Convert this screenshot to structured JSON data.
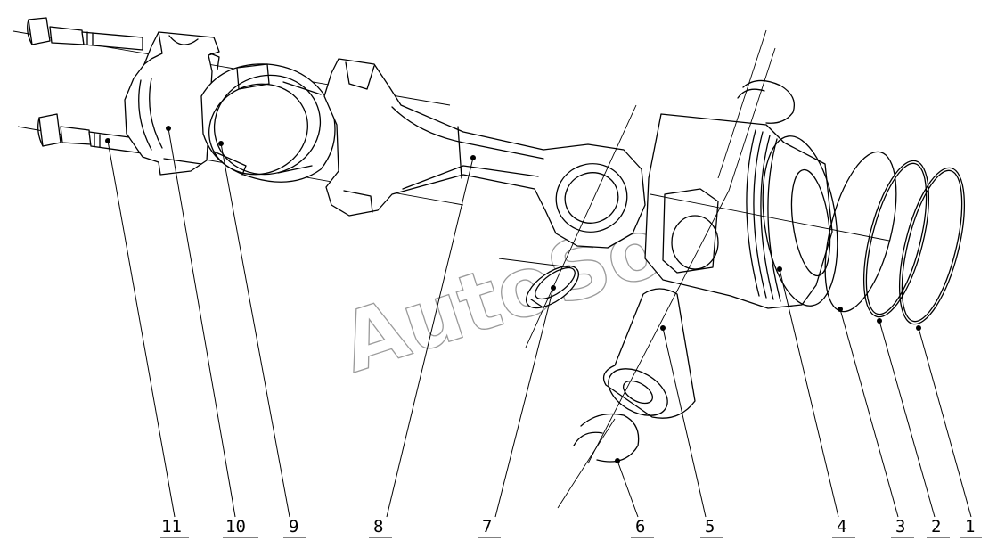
{
  "watermark": "AutoSoft",
  "callouts": [
    {
      "id": "11",
      "label": "11"
    },
    {
      "id": "10",
      "label": "10"
    },
    {
      "id": "9",
      "label": "9"
    },
    {
      "id": "8",
      "label": "8"
    },
    {
      "id": "7",
      "label": "7"
    },
    {
      "id": "6",
      "label": "6"
    },
    {
      "id": "5",
      "label": "5"
    },
    {
      "id": "4",
      "label": "4"
    },
    {
      "id": "3",
      "label": "3"
    },
    {
      "id": "2",
      "label": "2"
    },
    {
      "id": "1",
      "label": "1"
    }
  ]
}
